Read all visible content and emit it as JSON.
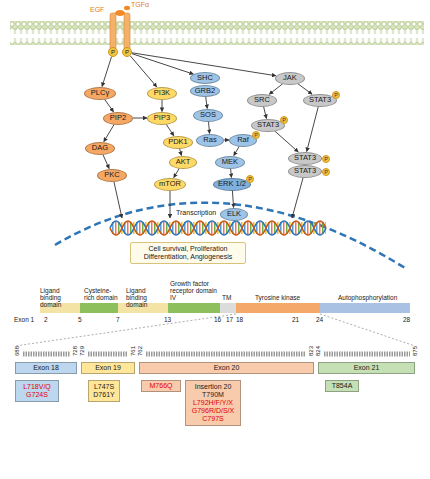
{
  "diagram": {
    "nodes": [
      {
        "text": [
          "P"
        ]
      },
      {
        "text": [
          "P"
        ]
      },
      {
        "text": [
          "PLCγ"
        ]
      },
      {
        "text": [
          "PIP2"
        ]
      },
      {
        "text": [
          "DAG"
        ]
      },
      {
        "text": [
          "PKC"
        ]
      },
      {
        "text": [
          "PI3K"
        ]
      },
      {
        "text": [
          "PIP3"
        ]
      },
      {
        "text": [
          "PDK1"
        ]
      },
      {
        "text": [
          "AKT"
        ]
      },
      {
        "text": [
          "mTOR"
        ]
      },
      {
        "text": [
          "SHC"
        ]
      },
      {
        "text": [
          "GRB2"
        ]
      },
      {
        "text": [
          "SOS"
        ]
      },
      {
        "text": [
          "Ras"
        ]
      },
      {
        "text": [
          "Raf",
          "P"
        ]
      },
      {
        "text": [
          "MEK"
        ]
      },
      {
        "text": [
          "ERK 1/2",
          "P"
        ]
      },
      {
        "text": [
          "ELK"
        ]
      },
      {
        "text": [
          "JAK"
        ]
      },
      {
        "text": [
          "SRC"
        ]
      },
      {
        "text": [
          "STAT3",
          "P"
        ]
      },
      {
        "text": [
          "STAT3",
          "P"
        ]
      },
      {
        "text": [
          "STAT3",
          "P"
        ]
      },
      {
        "text": [
          "STAT3",
          "P"
        ]
      },
      {
        "text": [
          "Cell survival, Proliferation Differentiation, Angiogenesis"
        ]
      },
      {
        "text": [
          "Exon 18"
        ]
      },
      {
        "text": [
          "Exon 19"
        ]
      },
      {
        "text": [
          "Exon 20"
        ]
      },
      {
        "text": [
          "Exon 21"
        ]
      },
      {
        "text": [
          "L718V/Q",
          "G724S"
        ]
      },
      {
        "text": [
          "L747S",
          "D761Y"
        ]
      },
      {
        "text": [
          "M766Q"
        ]
      },
      {
        "text": [
          "Insertion 20",
          "T790M",
          "L792H/F/Y/X",
          "G796R/D/S/X",
          "C797S"
        ]
      },
      {
        "text": [
          "T854A"
        ]
      }
    ],
    "edges": [
      {
        "from": 0,
        "to": 2,
        "arrow": "to"
      },
      {
        "from": 1,
        "to": 6,
        "arrow": "to"
      },
      {
        "from": 1,
        "to": 11,
        "arrow": "to"
      },
      {
        "from": 1,
        "to": 19,
        "arrow": "to"
      },
      {
        "from": 2,
        "to": 3,
        "arrow": "to"
      },
      {
        "from": 3,
        "to": 4,
        "arrow": "to"
      },
      {
        "from": 4,
        "to": 5,
        "arrow": "to"
      },
      {
        "from": 3,
        "to": 7,
        "arrow": "to"
      },
      {
        "from": 6,
        "to": 7,
        "arrow": "to"
      },
      {
        "from": 7,
        "to": 8,
        "arrow": "to"
      },
      {
        "from": 8,
        "to": 9,
        "arrow": "to"
      },
      {
        "from": 9,
        "to": 10,
        "arrow": "to"
      },
      {
        "from": 12,
        "to": 13,
        "arrow": "to"
      },
      {
        "from": 13,
        "to": 14,
        "arrow": "to"
      },
      {
        "from": 14,
        "to": 15,
        "arrow": "to"
      },
      {
        "from": 15,
        "to": 16,
        "arrow": "to"
      },
      {
        "from": 16,
        "to": 17,
        "arrow": "to"
      },
      {
        "from": 17,
        "to": 18,
        "arrow": "to"
      },
      {
        "from": 19,
        "to": 20,
        "arrow": "to"
      },
      {
        "from": 19,
        "to": 21,
        "arrow": "to"
      },
      {
        "from": 20,
        "to": 22,
        "arrow": "to"
      },
      {
        "from": 21,
        "to": 23,
        "arrow": "to"
      },
      {
        "from": 22,
        "to": 23,
        "arrow": "to"
      }
    ],
    "labels": [
      "EGF",
      "TGFα",
      "Transcription",
      "Ligand binding domain",
      "Cysteine-rich domain",
      "Ligand binding domain",
      "Growth factor receptor domain IV",
      "TM",
      "Tyrosine kinase",
      "Autophosphorylation",
      "Exon 1",
      "2",
      "5",
      "7",
      "13",
      "16",
      "17",
      "18",
      "21",
      "24",
      "28",
      "688",
      "728",
      "729",
      "761",
      "762",
      "823",
      "824",
      "875"
    ]
  }
}
